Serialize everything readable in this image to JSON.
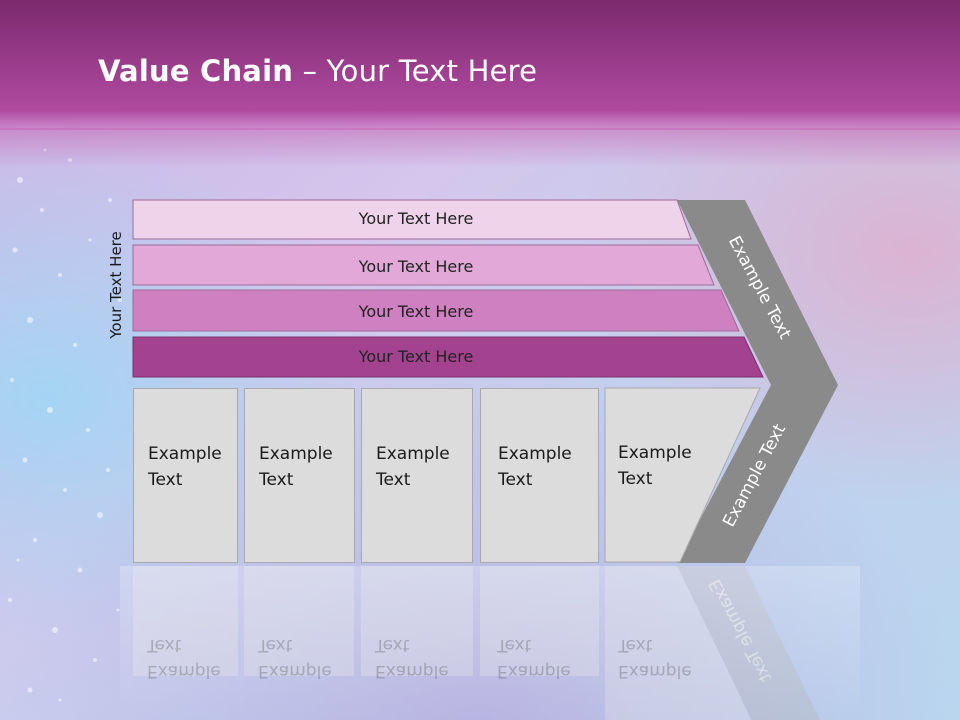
{
  "slide": {
    "title_bold": "Value Chain",
    "title_rest": " – Your Text Here"
  },
  "diagram": {
    "side_label": "Your Text Here",
    "bands": [
      {
        "label": "Your Text Here",
        "color": "#eed3ea"
      },
      {
        "label": "Your Text Here",
        "color": "#e2a9d8"
      },
      {
        "label": "Your Text Here",
        "color": "#cf80c1"
      },
      {
        "label": "Your Text Here",
        "color": "#a3428f"
      }
    ],
    "boxes": [
      {
        "line1": "Example",
        "line2": "Text"
      },
      {
        "line1": "Example",
        "line2": "Text"
      },
      {
        "line1": "Example",
        "line2": "Text"
      },
      {
        "line1": "Example",
        "line2": "Text"
      },
      {
        "line1": "Example",
        "line2": "Text"
      }
    ],
    "chevron_top_label": "Example Text",
    "chevron_bottom_label": "Example Text",
    "colors": {
      "header": "#9a3a8a",
      "box_fill": "#dcdcdc",
      "chevron": "#8a8a8a"
    }
  }
}
